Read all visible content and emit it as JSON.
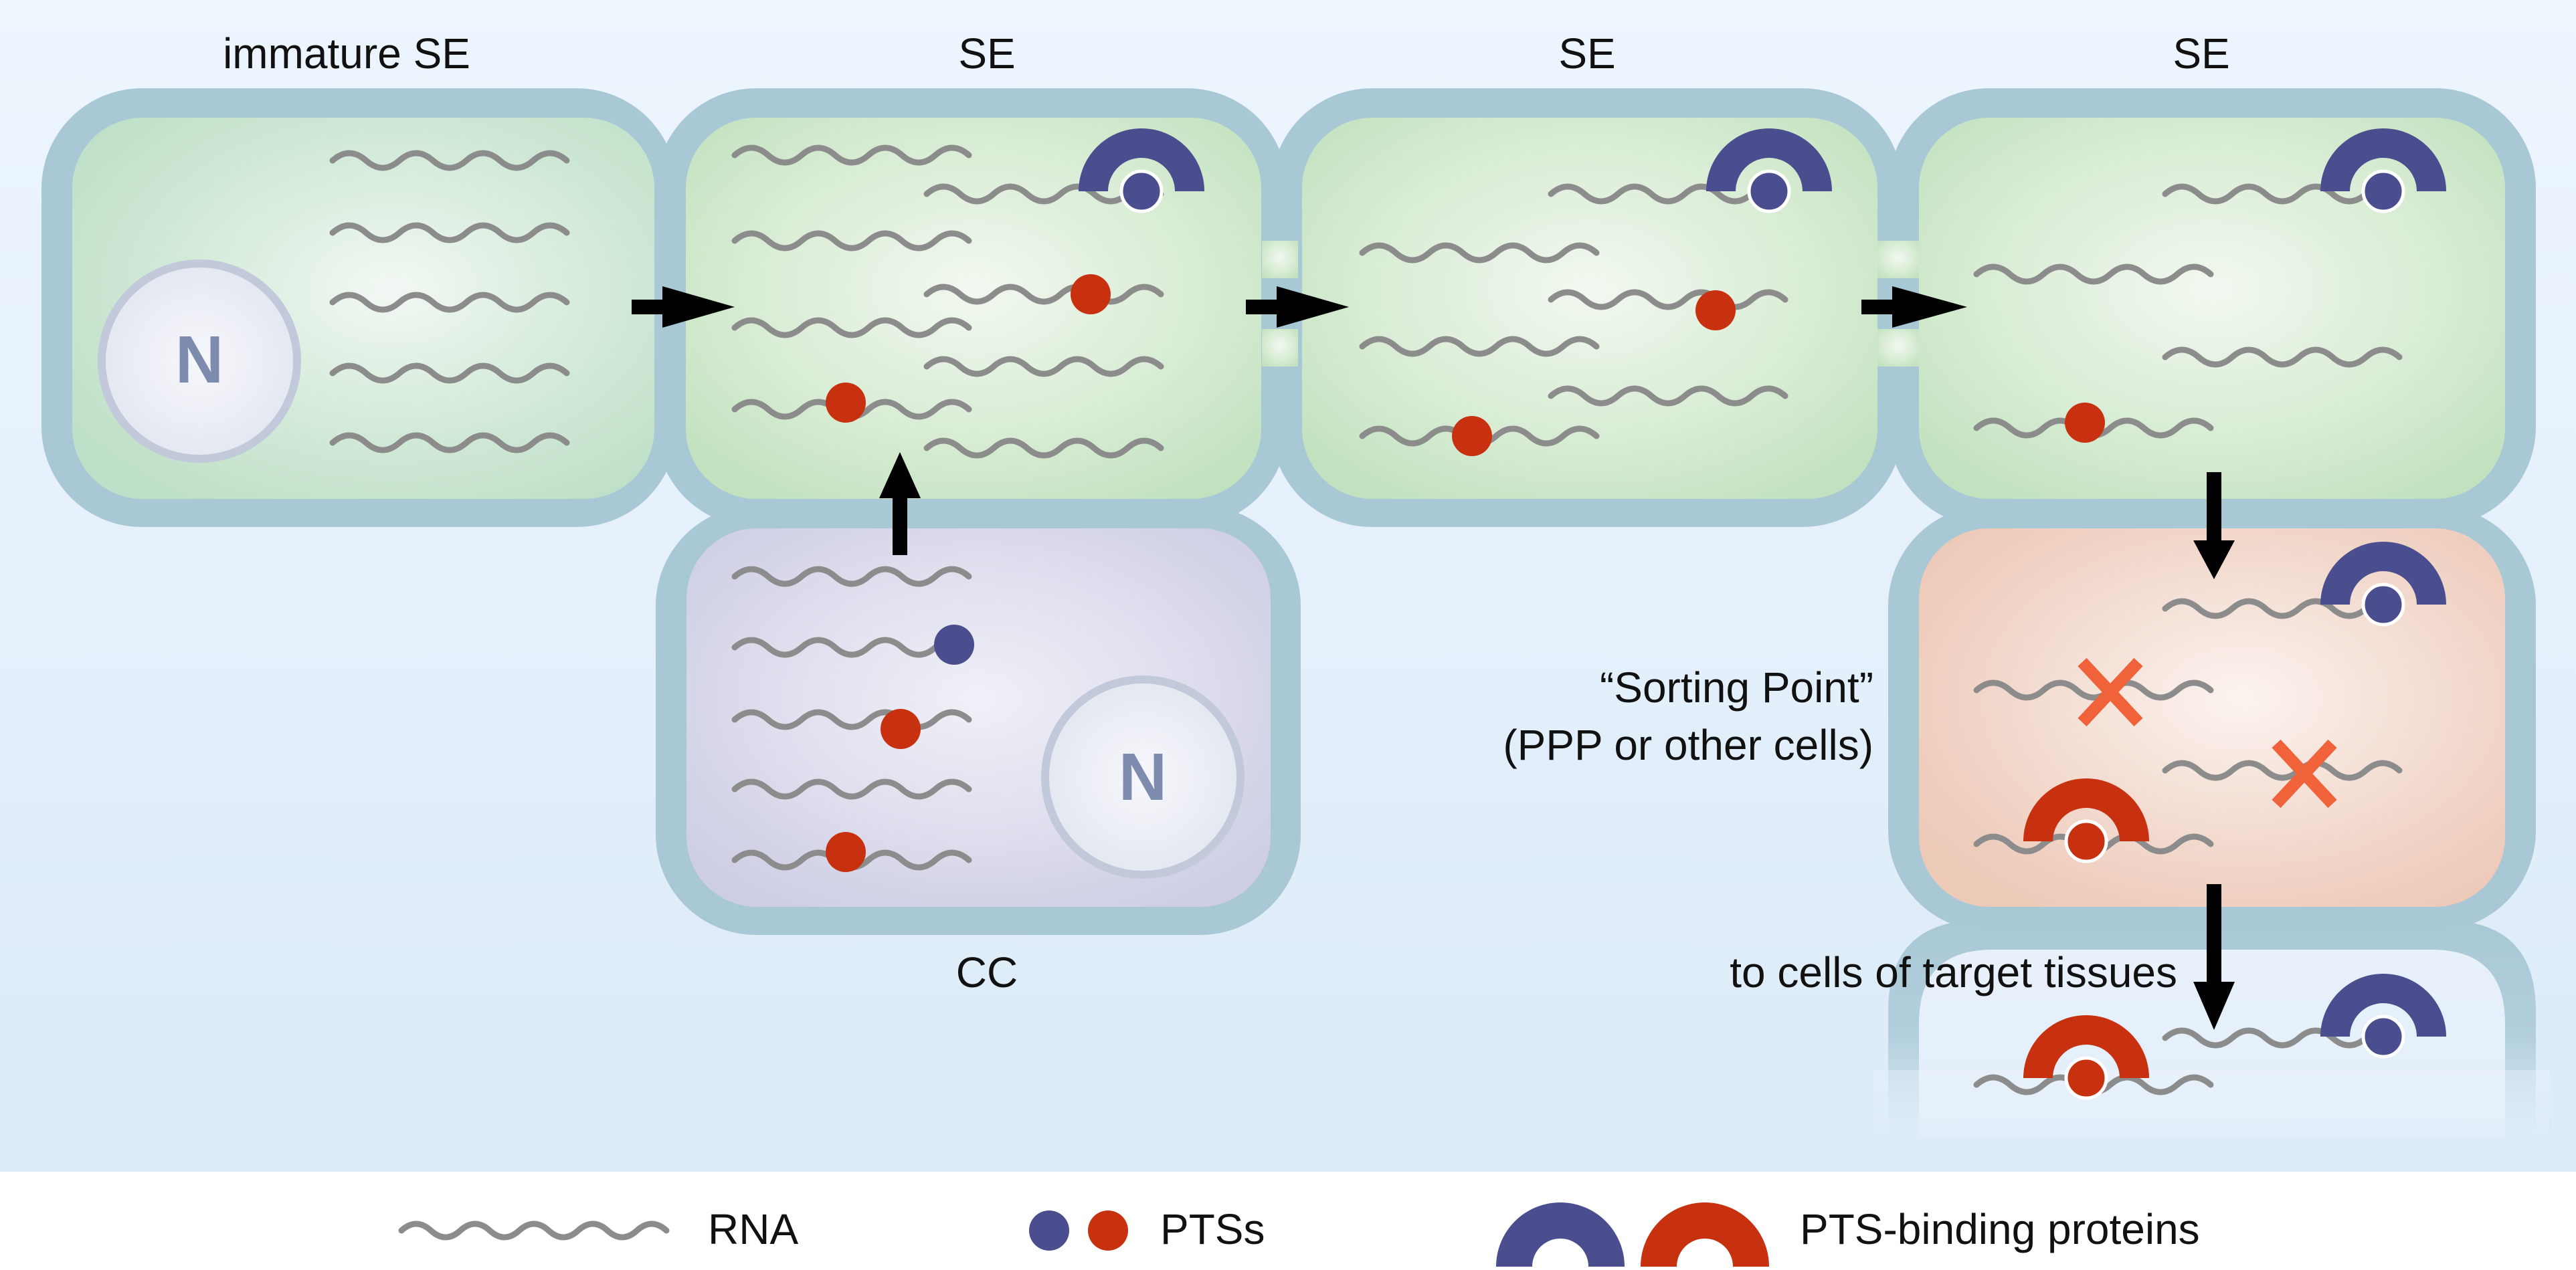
{
  "cells": {
    "immature_se": {
      "label": "immature SE",
      "nucleus": "N"
    },
    "se_1": {
      "label": "SE"
    },
    "se_2": {
      "label": "SE"
    },
    "se_3": {
      "label": "SE"
    },
    "cc": {
      "label": "CC",
      "nucleus": "N"
    }
  },
  "annotations": {
    "sorting_point_line1": "“Sorting Point”",
    "sorting_point_line2": "(PPP or other cells)",
    "target_tissues": "to cells of target tissues"
  },
  "legend": {
    "rna": "RNA",
    "ptss": "PTSs",
    "binding_proteins": "PTS-binding proteins"
  },
  "colors": {
    "se_fill": "#c9e6c6",
    "cc_fill": "#d2d2e8",
    "sorting_fill": "#f0cbbc",
    "cell_wall": "#a8c8d6",
    "rna": "#8c8c8c",
    "pts_blue": "#4a4e8e",
    "pts_red": "#c8310f",
    "reject_x": "#f0623a",
    "nucleus_text": "#7d8cae"
  }
}
